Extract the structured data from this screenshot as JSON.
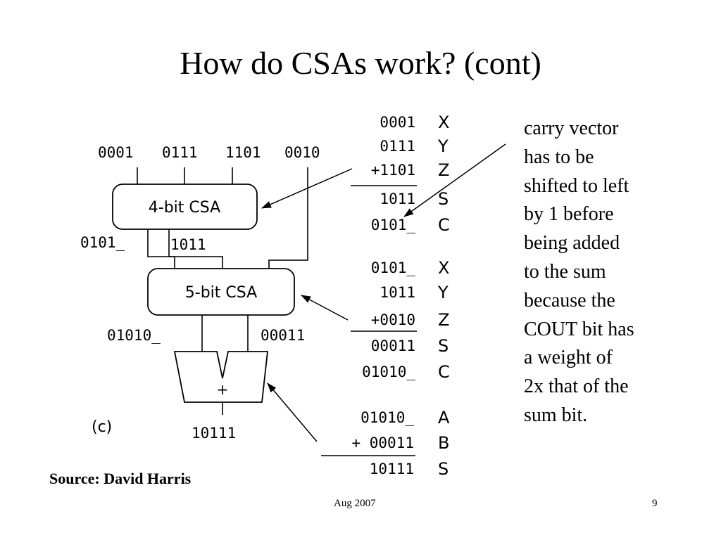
{
  "slide": {
    "title": "How do CSAs work? (cont)",
    "source": "Source: David Harris",
    "date": "Aug 2007",
    "page_number": "9"
  },
  "caption_lines": [
    "carry vector",
    "has to be",
    "shifted to left",
    "by 1 before",
    "being added",
    "to the sum",
    "because the",
    "COUT bit has",
    "a weight of",
    "2x that of the",
    "sum bit."
  ],
  "circuit": {
    "inputs": [
      "0001",
      "0111",
      "1101",
      "0010"
    ],
    "csa1_label": "4-bit CSA",
    "csa1_carry_out": "0101_",
    "csa1_sum_out": "1011",
    "csa2_label": "5-bit CSA",
    "csa2_carry_out": "01010_",
    "csa2_sum_out": "00011",
    "adder_symbol": "+",
    "result": "10111",
    "panel_label": "(c)"
  },
  "equations": {
    "stage1": [
      {
        "value": "0001",
        "var": "X"
      },
      {
        "value": "0111",
        "var": "Y"
      },
      {
        "value": "+1101",
        "var": "Z"
      },
      {
        "value": "1011",
        "var": "S"
      },
      {
        "value": "0101_",
        "var": "C"
      }
    ],
    "stage2": [
      {
        "value": "0101_",
        "var": "X"
      },
      {
        "value": "1011",
        "var": "Y"
      },
      {
        "value": "+0010",
        "var": "Z"
      },
      {
        "value": "00011",
        "var": "S"
      },
      {
        "value": "01010_",
        "var": "C"
      }
    ],
    "stage3": [
      {
        "value": "01010_",
        "var": "A"
      },
      {
        "value": "+ 00011",
        "var": "B"
      },
      {
        "value": "10111",
        "var": "S"
      }
    ]
  }
}
